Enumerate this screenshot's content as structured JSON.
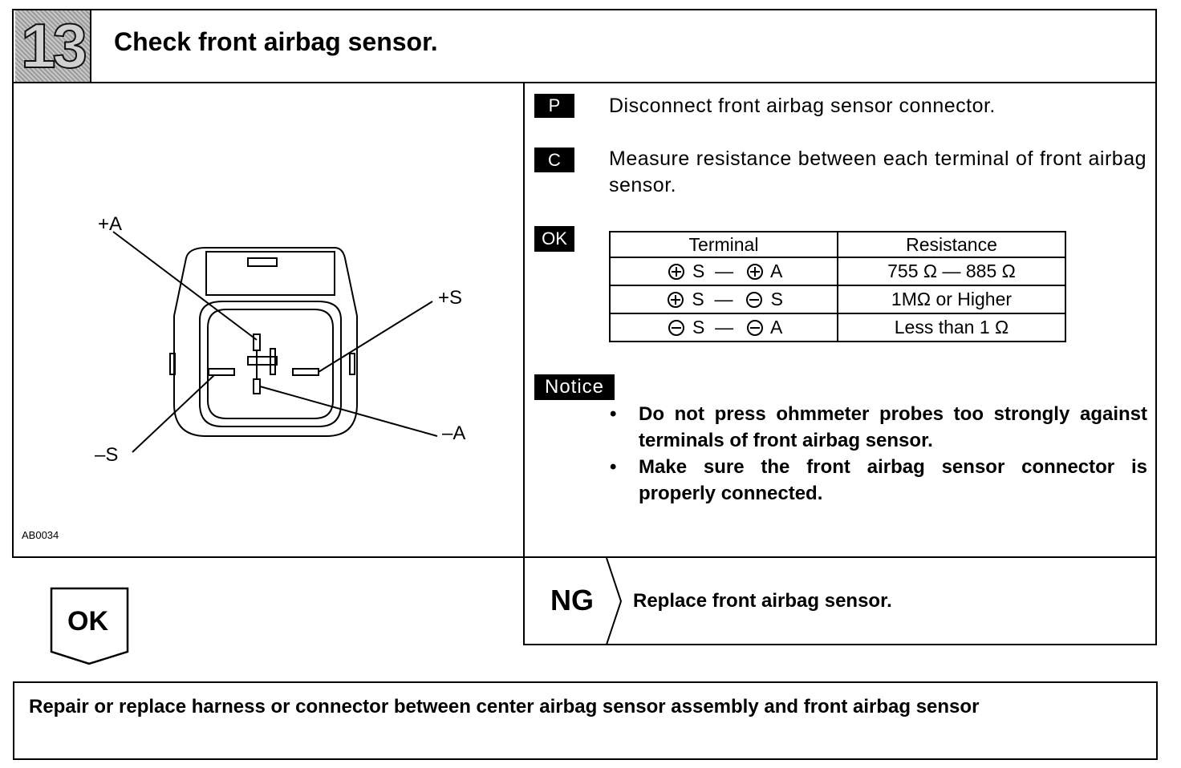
{
  "step": {
    "number": "13",
    "title": "Check front airbag sensor."
  },
  "figure": {
    "labels": {
      "plus_a": "+A",
      "plus_s": "+S",
      "minus_s": "–S",
      "minus_a": "–A"
    },
    "figure_id": "AB0034"
  },
  "instructions": {
    "p_tag": "P",
    "p_text": "Disconnect front airbag sensor connector.",
    "c_tag": "C",
    "c_text": "Measure resistance between each terminal of front airbag sensor."
  },
  "ok_spec": {
    "tag": "OK",
    "headers": [
      "Terminal",
      "Resistance"
    ],
    "rows": [
      {
        "from_sign": "plus",
        "from": "S",
        "dash": "—",
        "to_sign": "plus",
        "to": "A",
        "resistance": "755 Ω — 885 Ω"
      },
      {
        "from_sign": "plus",
        "from": "S",
        "dash": "—",
        "to_sign": "minus",
        "to": "S",
        "resistance": "1MΩ or Higher"
      },
      {
        "from_sign": "minus",
        "from": "S",
        "dash": "—",
        "to_sign": "minus",
        "to": "A",
        "resistance": "Less than 1 Ω"
      }
    ]
  },
  "notice": {
    "tag": "Notice",
    "items": [
      "Do not press ohmmeter probes too strongly against terminals of front airbag sensor.",
      "Make sure the front airbag sensor connector is properly connected."
    ],
    "bullet": "•"
  },
  "ng": {
    "label": "NG",
    "text": "Replace front airbag sensor."
  },
  "ok_result": {
    "label": "OK"
  },
  "final": {
    "text": "Repair or replace harness or connector between center airbag sensor assembly and front airbag sensor"
  }
}
